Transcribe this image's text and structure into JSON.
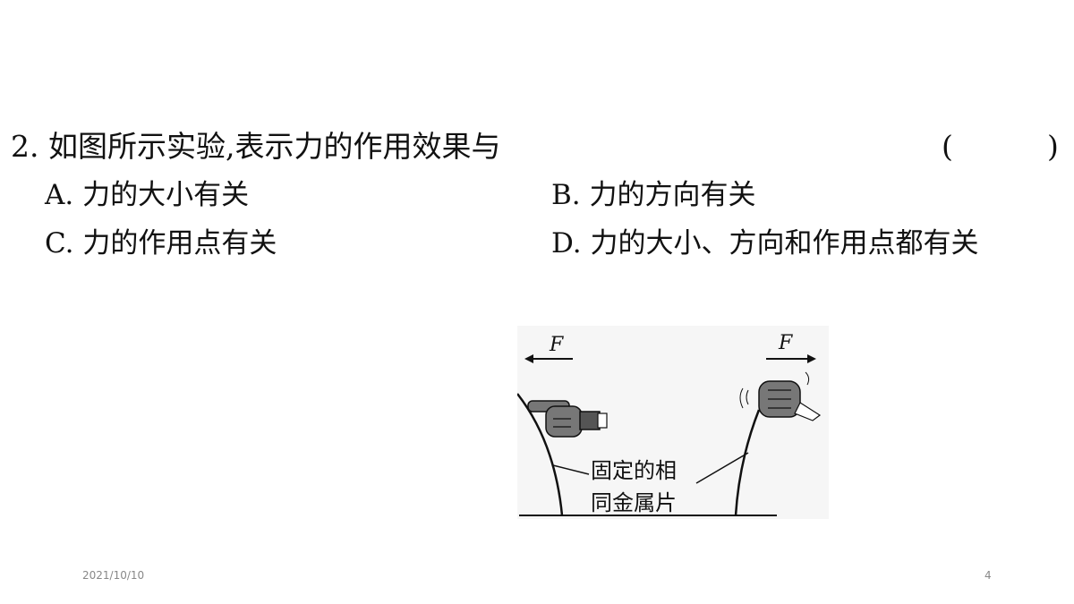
{
  "question": {
    "number_and_stem": "2. 如图所示实验,表示力的作用效果与",
    "paren_open": "(",
    "paren_close": ")"
  },
  "options": {
    "a": "A. 力的大小有关",
    "b": "B. 力的方向有关",
    "c": "C. 力的作用点有关",
    "d": "D. 力的大小、方向和作用点都有关"
  },
  "figure": {
    "force_left": "F",
    "force_right": "F",
    "caption_line1": "固定的相",
    "caption_line2": "同金属片"
  },
  "footer": {
    "date": "2021/10/10",
    "page": "4"
  }
}
